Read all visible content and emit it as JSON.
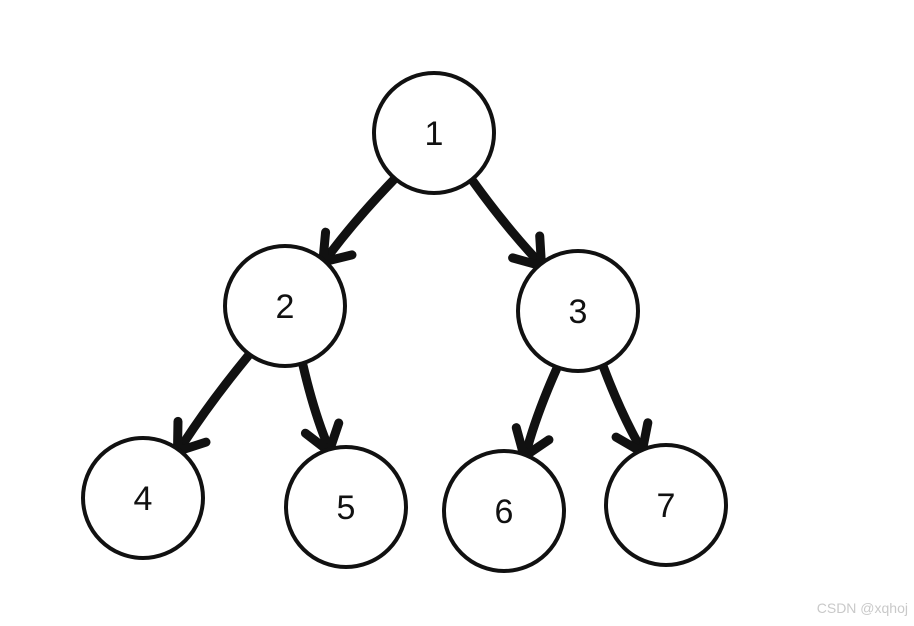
{
  "diagram": {
    "nodes": [
      {
        "id": "n1",
        "label": "1"
      },
      {
        "id": "n2",
        "label": "2"
      },
      {
        "id": "n3",
        "label": "3"
      },
      {
        "id": "n4",
        "label": "4"
      },
      {
        "id": "n5",
        "label": "5"
      },
      {
        "id": "n6",
        "label": "6"
      },
      {
        "id": "n7",
        "label": "7"
      }
    ],
    "edges": [
      {
        "from": "n1",
        "to": "n2"
      },
      {
        "from": "n1",
        "to": "n3"
      },
      {
        "from": "n2",
        "to": "n4"
      },
      {
        "from": "n2",
        "to": "n5"
      },
      {
        "from": "n3",
        "to": "n6"
      },
      {
        "from": "n3",
        "to": "n7"
      }
    ],
    "colors": {
      "stroke": "#111111",
      "background": "#ffffff"
    }
  },
  "watermark": "CSDN @xqhoj"
}
